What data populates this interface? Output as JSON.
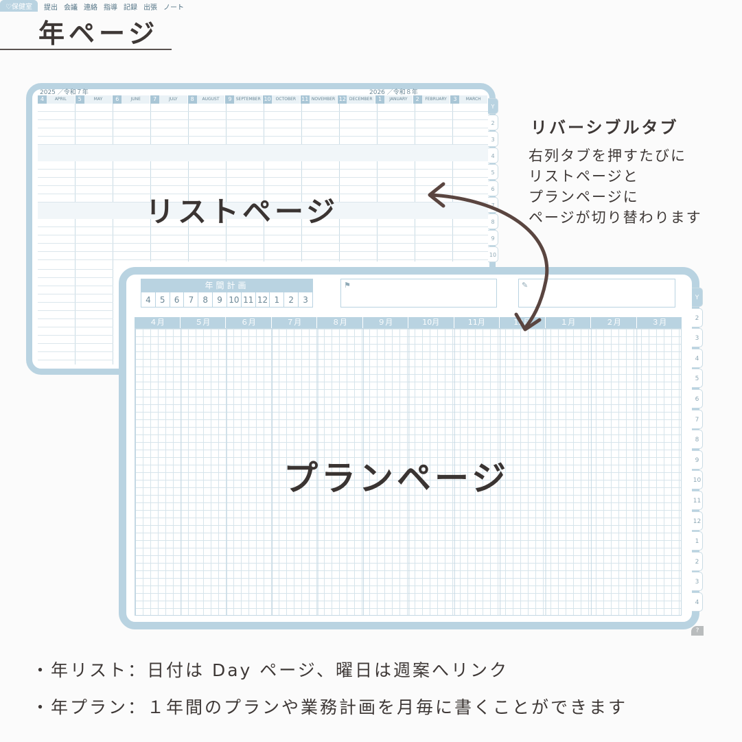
{
  "page": {
    "title": "年ページ"
  },
  "list_sheet": {
    "tabs": [
      "保健室",
      "提出",
      "会議",
      "連絡",
      "指導",
      "記録",
      "出張",
      "ノート"
    ],
    "year_left": "2025 ／令和７年",
    "year_right": "2026 ／令和８年",
    "months": [
      {
        "num": "4",
        "name": "APRIL"
      },
      {
        "num": "5",
        "name": "MAY"
      },
      {
        "num": "6",
        "name": "JUNE"
      },
      {
        "num": "7",
        "name": "JULY"
      },
      {
        "num": "8",
        "name": "AUGUST"
      },
      {
        "num": "9",
        "name": "SEPTEMBER"
      },
      {
        "num": "10",
        "name": "OCTOBER"
      },
      {
        "num": "11",
        "name": "NOVEMBER"
      },
      {
        "num": "12",
        "name": "DECEMBER"
      },
      {
        "num": "1",
        "name": "JANUARY"
      },
      {
        "num": "2",
        "name": "FEBRUARY"
      },
      {
        "num": "3",
        "name": "MARCH"
      }
    ],
    "side_tabs": [
      "Y",
      "2",
      "3",
      "4",
      "5",
      "6",
      "7",
      "8",
      "9",
      "10"
    ],
    "label": "リストページ"
  },
  "plan_sheet": {
    "tabs": [
      "保健室",
      "提出",
      "会議",
      "連絡",
      "指導",
      "記録",
      "出張",
      "ノート"
    ],
    "nenkan_title": "年間計画",
    "nenkan_cells": [
      "4",
      "5",
      "6",
      "7",
      "8",
      "9",
      "10",
      "11",
      "12",
      "1",
      "2",
      "3"
    ],
    "months": [
      "４月",
      "５月",
      "６月",
      "７月",
      "８月",
      "９月",
      "10月",
      "11月",
      "12月",
      "１月",
      "２月",
      "３月"
    ],
    "side_tabs": [
      "Y",
      "2",
      "3",
      "4",
      "5",
      "6",
      "7",
      "8",
      "9",
      "10",
      "11",
      "12",
      "1",
      "2",
      "3",
      "4"
    ],
    "help": "?",
    "label": "プランページ"
  },
  "annotation": {
    "title": "リバーシブルタブ",
    "lines": [
      "右列タブを押すたびに",
      "リストページと",
      "プランページに",
      "ページが切り替わります"
    ]
  },
  "bullets": [
    "・年リスト：日付は Day ページ、曜日は週案へリンク",
    "・年プラン：１年間のプランや業務計画を月毎に書くことができます"
  ],
  "colors": {
    "accent": "#b9d3e1",
    "text": "#3e3836",
    "arrow": "#5a4540"
  },
  "icons": {
    "flag": "flag-icon",
    "pencil": "pencil-icon",
    "heart": "heart-icon"
  }
}
